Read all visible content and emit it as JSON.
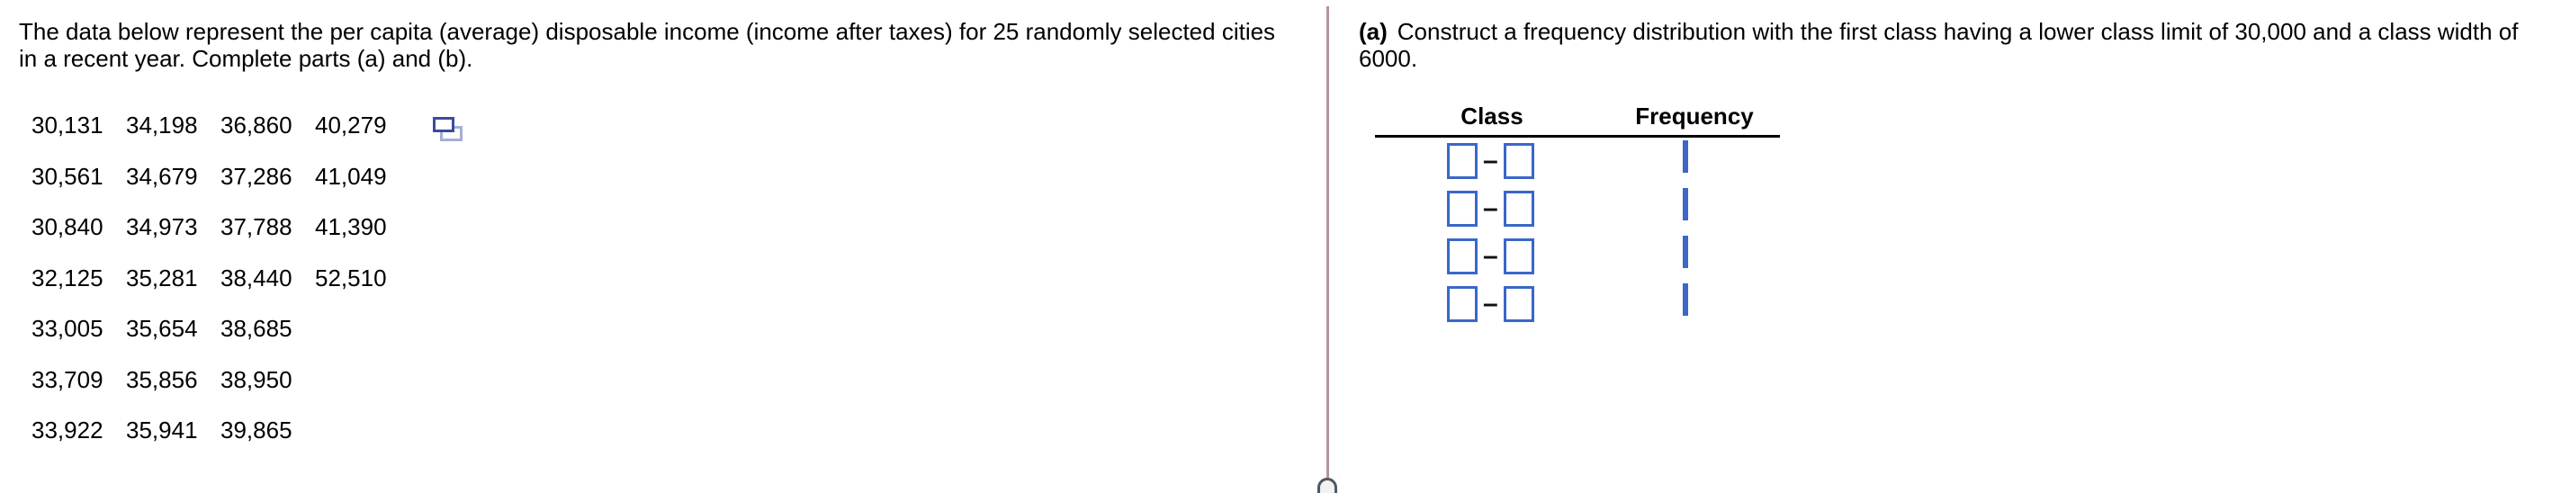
{
  "intro": {
    "lines": [
      "The data below represent the per capita (average) disposable income (income after taxes) for 25 randomly selected cities",
      "in a recent year. Complete parts (a) and (b)."
    ]
  },
  "data_table": {
    "rows": [
      [
        "30,131",
        "34,198",
        "36,860",
        "40,279"
      ],
      [
        "30,561",
        "34,679",
        "37,286",
        "41,049"
      ],
      [
        "30,840",
        "34,973",
        "37,788",
        "41,390"
      ],
      [
        "32,125",
        "35,281",
        "38,440",
        "52,510"
      ],
      [
        "33,005",
        "35,654",
        "38,685"
      ],
      [
        "33,709",
        "35,856",
        "38,950"
      ],
      [
        "33,922",
        "35,941",
        "39,865"
      ]
    ],
    "copy_icon": "copy-data-icon"
  },
  "part_a": {
    "label": "(a)",
    "lines": [
      "Construct a frequency distribution with the first class having a lower class limit of 30,000 and a class width of",
      "6000."
    ]
  },
  "freq_table": {
    "headers": {
      "class": "Class",
      "frequency": "Frequency"
    },
    "class_separator": "–",
    "rows": [
      {
        "lower": "",
        "upper": "",
        "frequency": ""
      },
      {
        "lower": "",
        "upper": "",
        "frequency": ""
      },
      {
        "lower": "",
        "upper": "",
        "frequency": ""
      },
      {
        "lower": "",
        "upper": "",
        "frequency": ""
      }
    ]
  },
  "colors": {
    "input_border": "#3a67c8",
    "divider_line": "#b593a4",
    "handle_border": "#4d5a66",
    "handle_fill": "#f0f2f4",
    "copy_icon_front": "#3d4b9e",
    "copy_icon_back": "#a6aed9"
  }
}
